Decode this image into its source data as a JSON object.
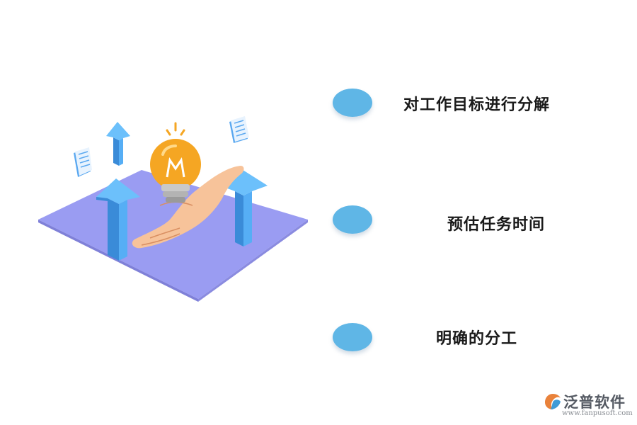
{
  "items": [
    {
      "label": "对工作目标进行分解"
    },
    {
      "label": "预估任务时间"
    },
    {
      "label": "明确的分工"
    }
  ],
  "logo": {
    "name": "泛普软件",
    "url": "www.fanpusoft.com"
  },
  "colors": {
    "bullet": "#5fb6e6",
    "platform": "#8e8ef0",
    "arrow": "#4ea6f2",
    "bulb": "#f5a623",
    "hand": "#f7c39a"
  }
}
